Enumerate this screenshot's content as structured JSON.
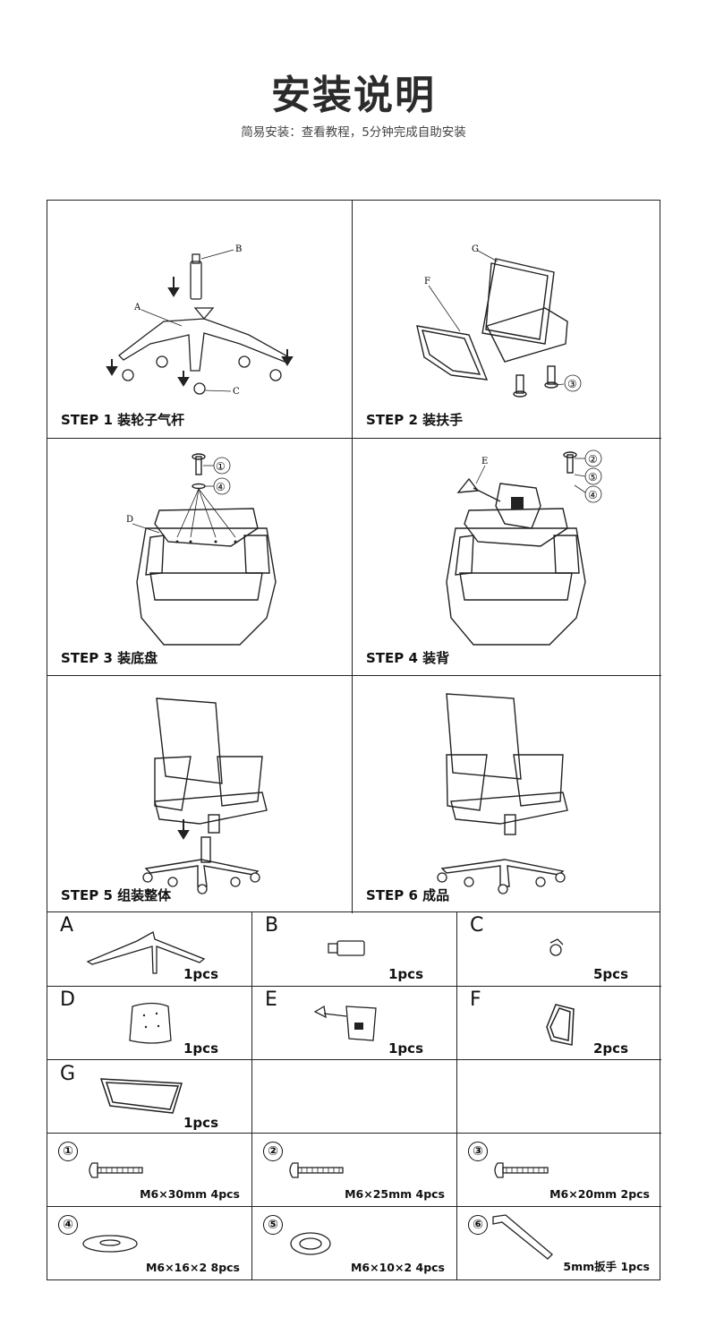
{
  "header": {
    "title": "安装说明",
    "subtitle": "简易安装：查看教程，5分钟完成自助安装"
  },
  "steps": [
    {
      "label": "STEP 1 装轮子气杆",
      "callouts": [
        "A",
        "B",
        "C"
      ]
    },
    {
      "label": "STEP 2 装扶手",
      "callouts": [
        "F",
        "G",
        "③"
      ]
    },
    {
      "label": "STEP 3 装底盘",
      "callouts": [
        "D",
        "①",
        "④"
      ]
    },
    {
      "label": "STEP 4 装背",
      "callouts": [
        "E",
        "②",
        "⑤",
        "④"
      ]
    },
    {
      "label": "STEP 5 组装整体",
      "callouts": []
    },
    {
      "label": "STEP 6 成品",
      "callouts": []
    }
  ],
  "parts": [
    {
      "letter": "A",
      "qty": "1pcs",
      "icon": "star-base-icon"
    },
    {
      "letter": "B",
      "qty": "1pcs",
      "icon": "gas-lift-icon"
    },
    {
      "letter": "C",
      "qty": "5pcs",
      "icon": "caster-icon"
    },
    {
      "letter": "D",
      "qty": "1pcs",
      "icon": "seat-plate-icon"
    },
    {
      "letter": "E",
      "qty": "1pcs",
      "icon": "mechanism-icon"
    },
    {
      "letter": "F",
      "qty": "2pcs",
      "icon": "armrest-icon"
    },
    {
      "letter": "G",
      "qty": "1pcs",
      "icon": "backrest-icon"
    }
  ],
  "hardware": [
    {
      "num": "①",
      "spec": "M6×30mm  4pcs",
      "icon": "bolt-icon"
    },
    {
      "num": "②",
      "spec": "M6×25mm  4pcs",
      "icon": "bolt-icon"
    },
    {
      "num": "③",
      "spec": "M6×20mm  2pcs",
      "icon": "bolt-icon"
    },
    {
      "num": "④",
      "spec": "M6×16×2  8pcs",
      "icon": "flat-washer-icon"
    },
    {
      "num": "⑤",
      "spec": "M6×10×2  4pcs",
      "icon": "spring-washer-icon"
    },
    {
      "num": "⑥",
      "spec": "5mm扳手  1pcs",
      "icon": "hex-key-icon"
    }
  ]
}
